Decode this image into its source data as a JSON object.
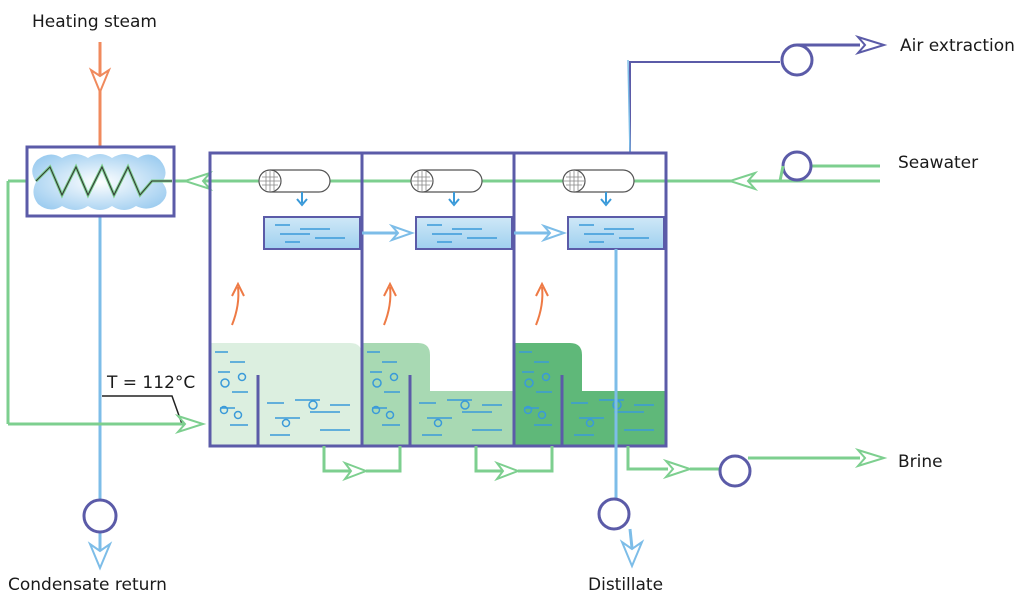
{
  "labels": {
    "heating_steam": "Heating steam",
    "air_extraction": "Air extraction",
    "seawater": "Seawater",
    "brine": "Brine",
    "condensate_return": "Condensate return",
    "distillate": "Distillate",
    "temperature": "T = 112°C"
  },
  "colors": {
    "frame": "#5b5ba8",
    "steam": "#f08a5d",
    "water_blue": "#7dbde8",
    "seawater_green": "#7dcf8f",
    "liquid_stage_1": "#dcefe0",
    "liquid_stage_2": "#a8d9b3",
    "liquid_stage_3": "#5fb879",
    "distillate_tray": "#b6dcf2",
    "bubble": "#3a9ad9",
    "vapor_arrow": "#ee7a45"
  },
  "icons": [
    "circle-pump-icon",
    "arrow-icon",
    "tube-bundle-icon",
    "coil-icon"
  ]
}
